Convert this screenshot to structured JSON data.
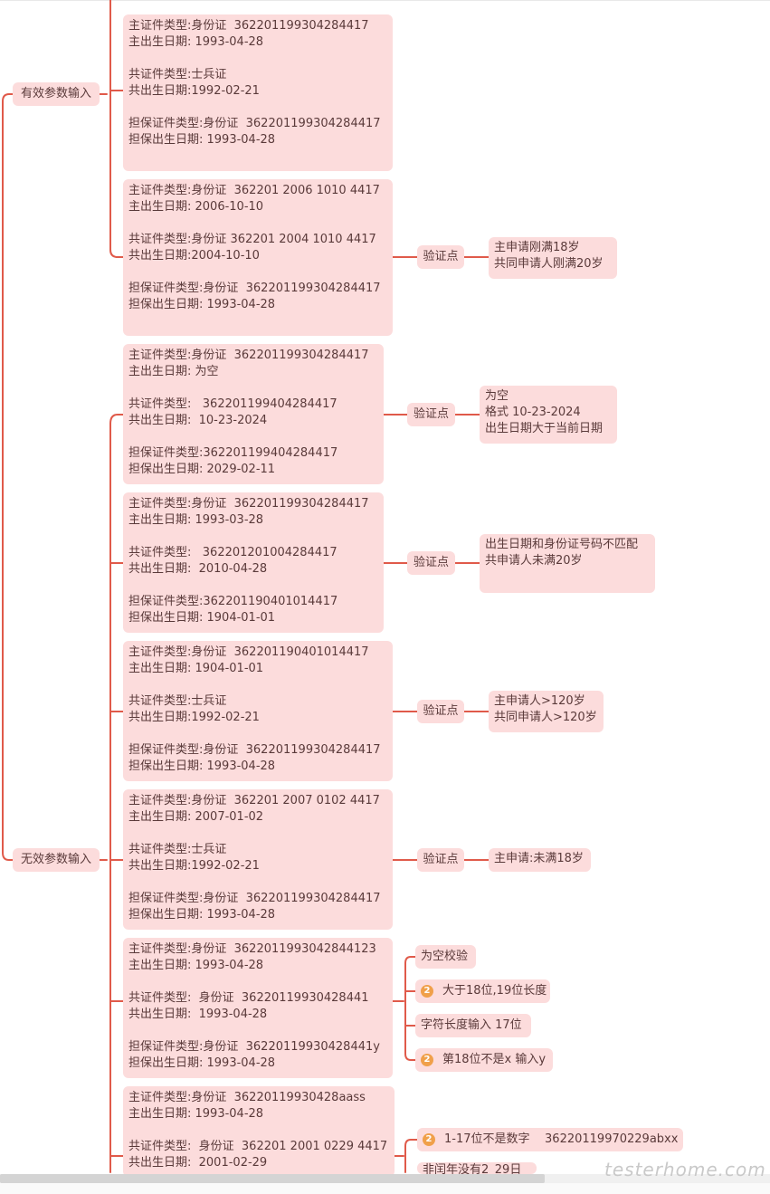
{
  "groups": {
    "valid": "有效参数输入",
    "invalid": "无效参数输入"
  },
  "cases": [
    "主证件类型:身份证  362201199304284417\n主出生日期: 1993-04-28\n\n共证件类型:士兵证\n共出生日期:1992-02-21\n\n担保证件类型:身份证  362201199304284417\n担保出生日期: 1993-04-28",
    "主证件类型:身份证  362201 2006 1010 4417\n主出生日期: 2006-10-10\n\n共证件类型:身份证 362201 2004 1010 4417\n共出生日期:2004-10-10\n\n担保证件类型:身份证  362201199304284417\n担保出生日期: 1993-04-28",
    "主证件类型:身份证  362201199304284417\n主出生日期: 为空\n\n共证件类型:   362201199404284417\n共出生日期:  10-23-2024\n\n担保证件类型:362201199404284417\n担保出生日期: 2029-02-11",
    "主证件类型:身份证  362201199304284417\n主出生日期: 1993-03-28\n\n共证件类型:   362201201004284417\n共出生日期:  2010-04-28\n\n担保证件类型:362201190401014417\n担保出生日期: 1904-01-01",
    "主证件类型:身份证  362201190401014417\n主出生日期: 1904-01-01\n\n共证件类型:士兵证\n共出生日期:1992-02-21\n\n担保证件类型:身份证  362201199304284417\n担保出生日期: 1993-04-28",
    "主证件类型:身份证  362201 2007 0102 4417\n主出生日期: 2007-01-02\n\n共证件类型:士兵证\n共出生日期:1992-02-21\n\n担保证件类型:身份证  362201199304284417\n担保出生日期: 1993-04-28",
    "主证件类型:身份证  3622011993042844123\n主出生日期: 1993-04-28\n\n共证件类型:  身份证  36220119930428441\n共出生日期:  1993-04-28\n\n担保证件类型:身份证  36220119930428441y\n担保出生日期: 1993-04-28",
    "主证件类型:身份证  36220119930428aass\n主出生日期: 1993-04-28\n\n共证件类型:  身份证  362201 2001 0229 4417\n共出生日期:  2001-02-29"
  ],
  "verify_label": "验证点",
  "verify_notes": [
    "主申请刚满18岁\n共同申请人刚满20岁",
    "为空\n格式 10-23-2024\n出生日期大于当前日期",
    "出生日期和身份证号码不匹配\n共申请人未满20岁",
    "主申请人>120岁\n共同申请人>120岁",
    "主申请:未满18岁"
  ],
  "sub_points": [
    {
      "text": "为空校验",
      "badge": ""
    },
    {
      "text": "大于18位,19位长度",
      "badge": "2"
    },
    {
      "text": "字符长度输入 17位",
      "badge": ""
    },
    {
      "text": "第18位不是x 输入y",
      "badge": "2"
    },
    {
      "text": "1-17位不是数字    36220119970229abxx",
      "badge": "2"
    },
    {
      "text": "非闰年没有2_29日",
      "badge": ""
    }
  ],
  "watermark": "testerhome.com",
  "colors": {
    "node_bg": "#fcdcdc",
    "line": "#e05a4a",
    "badge": "#f0a04a"
  }
}
